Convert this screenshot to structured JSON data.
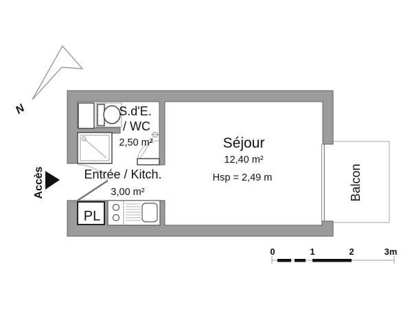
{
  "plan": {
    "north_label": "N",
    "access_label": "Accès",
    "rooms": {
      "bathroom": {
        "name_line1": "S.d'E.",
        "name_line2": "/ WC",
        "area": "2,50 m²"
      },
      "living": {
        "name": "Séjour",
        "area": "12,40 m²",
        "ceiling_height": "Hsp = 2,49 m"
      },
      "entry_kitchen": {
        "name": "Entrée / Kitch.",
        "area": "3,00 m²"
      },
      "closet": {
        "name": "PL"
      },
      "balcony": {
        "name": "Balcon"
      }
    }
  },
  "scale_bar": {
    "labels": [
      "0",
      "1",
      "2",
      "3m"
    ]
  },
  "colors": {
    "wall_fill": "#9b9b9b",
    "balcony_stroke": "#b3b3b3",
    "white": "#ffffff"
  }
}
